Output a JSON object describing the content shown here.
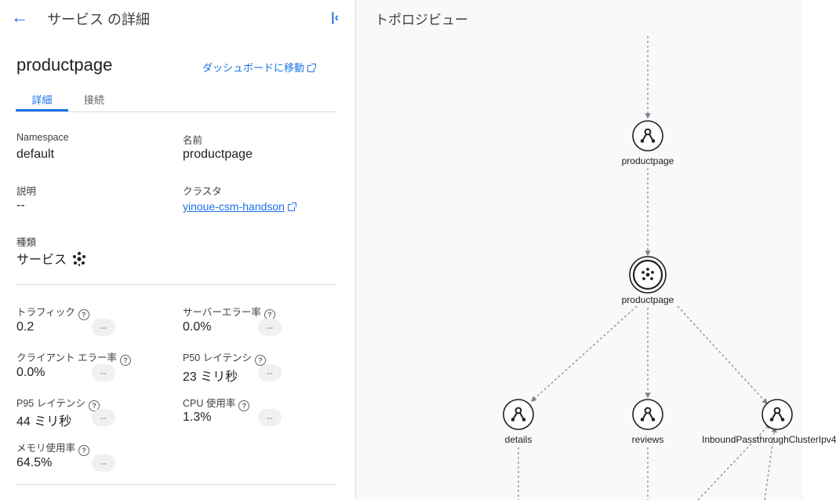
{
  "panel": {
    "back_icon": "arrow-back-icon",
    "title": "サービス の詳細",
    "collapse_icon": "collapse-panel-icon",
    "service_name": "productpage",
    "dashboard_link": "ダッシュボードに移動",
    "tabs": [
      {
        "label": "詳細",
        "active": true
      },
      {
        "label": "接続",
        "active": false
      }
    ]
  },
  "details": {
    "namespace_label": "Namespace",
    "namespace_value": "default",
    "name_label": "名前",
    "name_value": "productpage",
    "desc_label": "説明",
    "desc_value": "--",
    "cluster_label": "クラスタ",
    "cluster_value": "yinoue-csm-handson",
    "type_label": "種類",
    "type_value": "サービス"
  },
  "metrics": [
    {
      "label": "トラフィック",
      "value": "0.2",
      "compare": "--"
    },
    {
      "label": "サーバーエラー率",
      "value": "0.0%",
      "compare": "--"
    },
    {
      "label": "クライアント エラー率",
      "value": "0.0%",
      "compare": "--"
    },
    {
      "label": "P50 レイテンシ",
      "value": "23 ミリ秒",
      "compare": "--"
    },
    {
      "label": "P95 レイテンシ",
      "value": "44 ミリ秒",
      "compare": "--"
    },
    {
      "label": "CPU 使用率",
      "value": "1.3%",
      "compare": "--"
    },
    {
      "label": "メモリ使用率",
      "value": "64.5%",
      "compare": "--"
    }
  ],
  "help_glyph": "?",
  "topology": {
    "title": "トポロジビュー",
    "nodes": [
      {
        "label": "productpage",
        "kind": "workload",
        "icon": "workload-icon"
      },
      {
        "label": "productpage",
        "kind": "service",
        "icon": "service-icon",
        "selected": true
      },
      {
        "label": "details",
        "kind": "workload",
        "icon": "workload-icon"
      },
      {
        "label": "reviews",
        "kind": "workload",
        "icon": "workload-icon"
      },
      {
        "label": "InboundPassthroughClusterIpv4",
        "kind": "workload",
        "icon": "workload-icon"
      }
    ]
  },
  "colors": {
    "accent": "#1a73e8",
    "edge": "#9aa0a6",
    "canvas": "#f8f9fa"
  }
}
